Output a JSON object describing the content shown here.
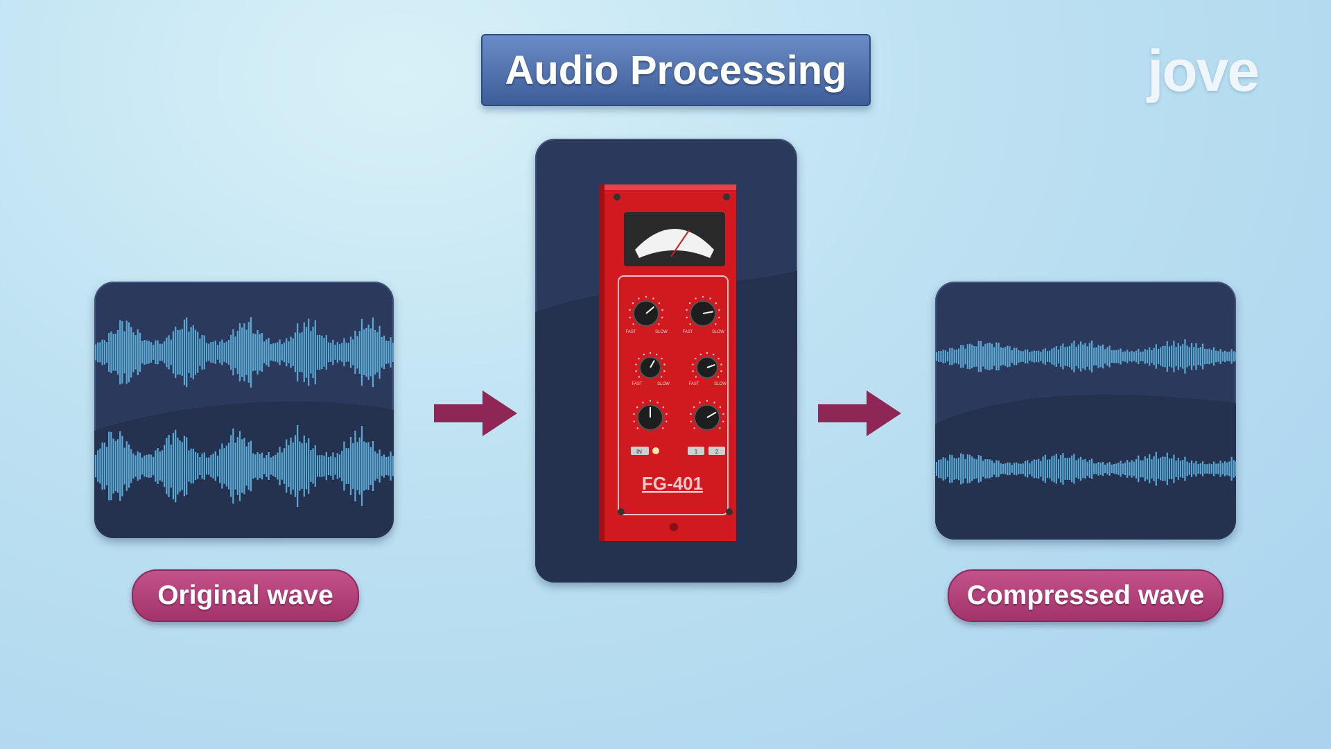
{
  "header": {
    "title": "Audio Processing"
  },
  "logo": {
    "text": "jove"
  },
  "left_panel": {
    "caption": "Original wave"
  },
  "right_panel": {
    "caption": "Compressed wave"
  },
  "device": {
    "model": "FG-401",
    "knob_labels": {
      "fast": "FAST",
      "slow": "SLOW"
    },
    "buttons": [
      "IN",
      "1",
      "2"
    ]
  },
  "colors": {
    "background": "#bfe2f2",
    "panel": "#2b3a5c",
    "wave": "#5aa9d6",
    "title_box": "#4a6aa8",
    "pill": "#b4447b",
    "arrow": "#8e2656",
    "device": "#c8161d"
  }
}
